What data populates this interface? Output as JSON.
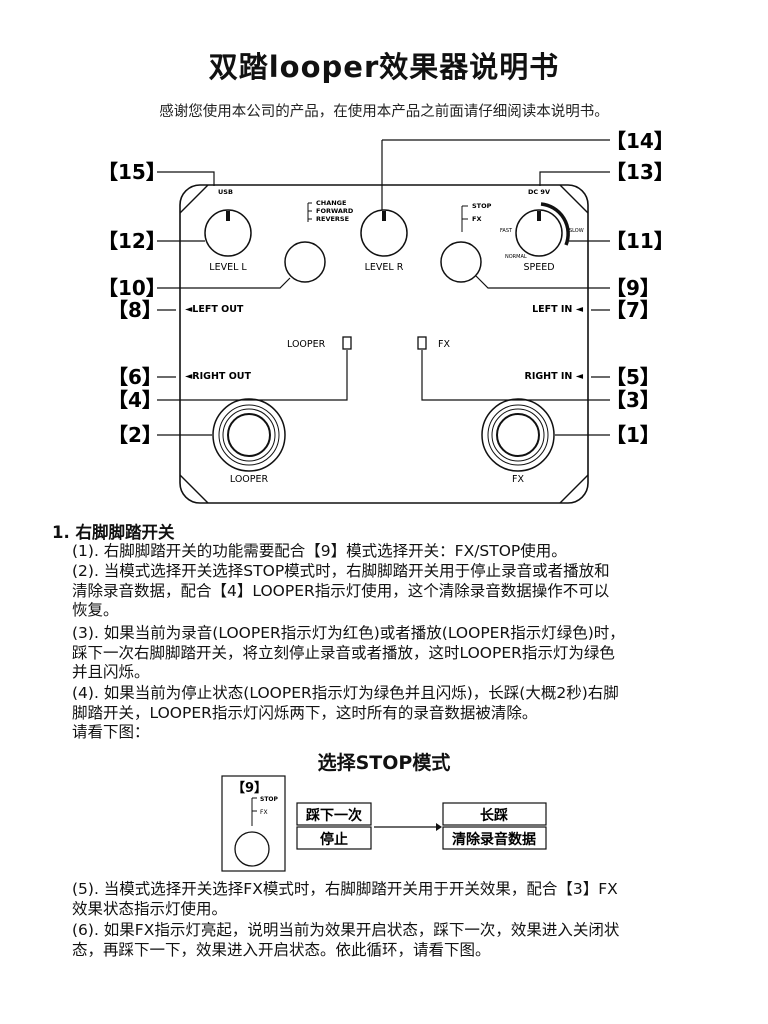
{
  "doc": {
    "title": "双踏looper效果器说明书",
    "subtitle": "感谢您使用本公司的产品，在使用本产品之前面请仔细阅读本说明书。"
  },
  "diagram": {
    "callouts": {
      "c1": "【1】",
      "c2": "【2】",
      "c3": "【3】",
      "c4": "【4】",
      "c5": "【5】",
      "c6": "【6】",
      "c7": "【7】",
      "c8": "【8】",
      "c9": "【9】",
      "c10": "【10】",
      "c11": "【11】",
      "c12": "【12】",
      "c13": "【13】",
      "c14": "【14】",
      "c15": "【15】"
    },
    "labels": {
      "usb": "USB",
      "dc": "DC 9V",
      "level_l": "LEVEL L",
      "level_r": "LEVEL R",
      "speed": "SPEED",
      "change": "CHANGE",
      "forward": "FORWARD",
      "reverse": "REVERSE",
      "stop": "STOP",
      "fx": "FX",
      "fast": "FAST",
      "slow": "SLOW",
      "normal": "NORMAL",
      "left_out": "◄LEFT OUT",
      "left_in": "LEFT IN ◄",
      "right_out": "◄RIGHT OUT",
      "right_in": "RIGHT IN ◄",
      "looper_led": "LOOPER",
      "fx_led": "FX",
      "looper_sw": "LOOPER",
      "fx_sw": "FX"
    }
  },
  "section1": {
    "heading": "1. 右脚脚踏开关",
    "p1": "(1). 右脚脚踏开关的功能需要配合【9】模式选择开关：FX/STOP使用。",
    "p2a": "(2). 当模式选择开关选择STOP模式时，右脚脚踏开关用于停止录音或者播放和",
    "p2b": "清除录音数据，配合【4】LOOPER指示灯使用，这个清除录音数据操作不可以",
    "p2c": "恢复。",
    "p3a": "(3). 如果当前为录音(LOOPER指示灯为红色)或者播放(LOOPER指示灯绿色)时，",
    "p3b": "踩下一次右脚脚踏开关，将立刻停止录音或者播放，这时LOOPER指示灯为绿色",
    "p3c": "并且闪烁。",
    "p4a": "(4). 如果当前为停止状态(LOOPER指示灯为绿色并且闪烁)，长踩(大概2秒)右脚",
    "p4b": "脚踏开关，LOOPER指示灯闪烁两下，这时所有的录音数据被清除。",
    "p4c": "请看下图：",
    "stop_heading": "选择STOP模式",
    "stop_diagram": {
      "callout": "【9】",
      "stop": "STOP",
      "fx": "FX",
      "box1_top": "踩下一次",
      "box1_bottom": "停止",
      "box2_top": "长踩",
      "box2_bottom": "清除录音数据"
    },
    "p5a": "(5). 当模式选择开关选择FX模式时，右脚脚踏开关用于开关效果，配合【3】FX",
    "p5b": "效果状态指示灯使用。",
    "p6a": "(6). 如果FX指示灯亮起，说明当前为效果开启状态，踩下一次，效果进入关闭状",
    "p6b": "态，再踩下一下，效果进入开启状态。依此循环，请看下图。"
  }
}
